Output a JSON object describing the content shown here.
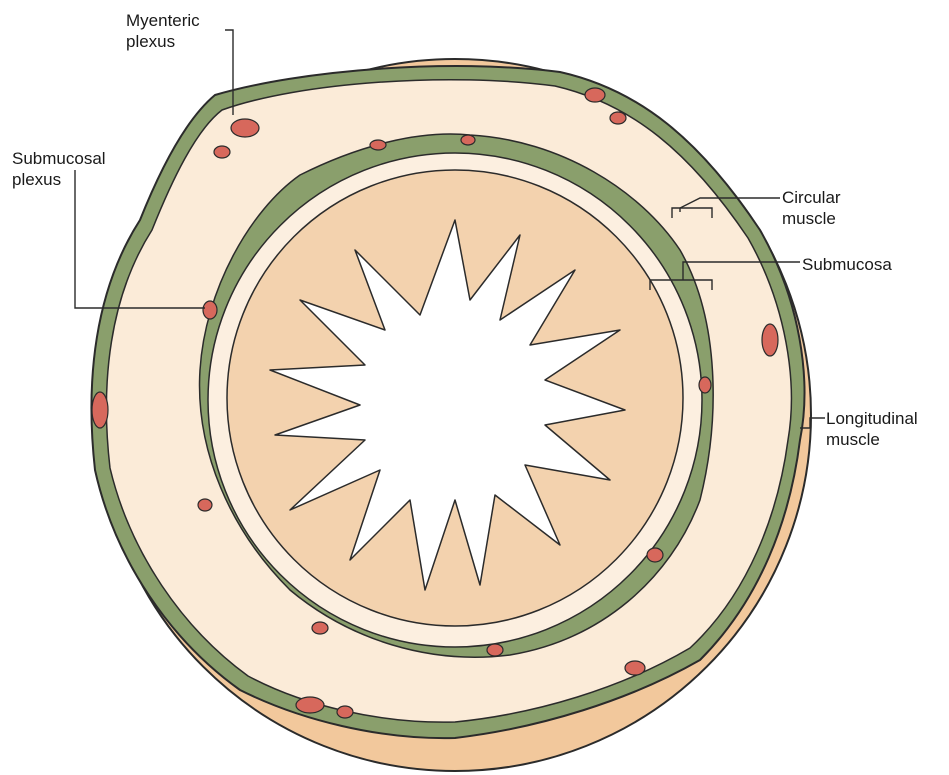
{
  "labels": {
    "myenteric_plexus": "Myenteric\nplexus",
    "submucosal_plexus": "Submucosal\nplexus",
    "circular_muscle": "Circular\nmuscle",
    "submucosa": "Submucosa",
    "longitudinal_muscle": "Longitudinal\nmuscle"
  },
  "colors": {
    "longitudinal_muscle_fill": "#f2c89c",
    "circular_muscle_fill": "#fbebd8",
    "submucosa_fill": "#fcefe0",
    "mucosa_fill": "#f3d2ae",
    "lumen_fill": "#ffffff",
    "plexus_fill": "#8a9f6c",
    "ganglion_fill": "#d7685c",
    "outline": "#2b2b2b"
  }
}
